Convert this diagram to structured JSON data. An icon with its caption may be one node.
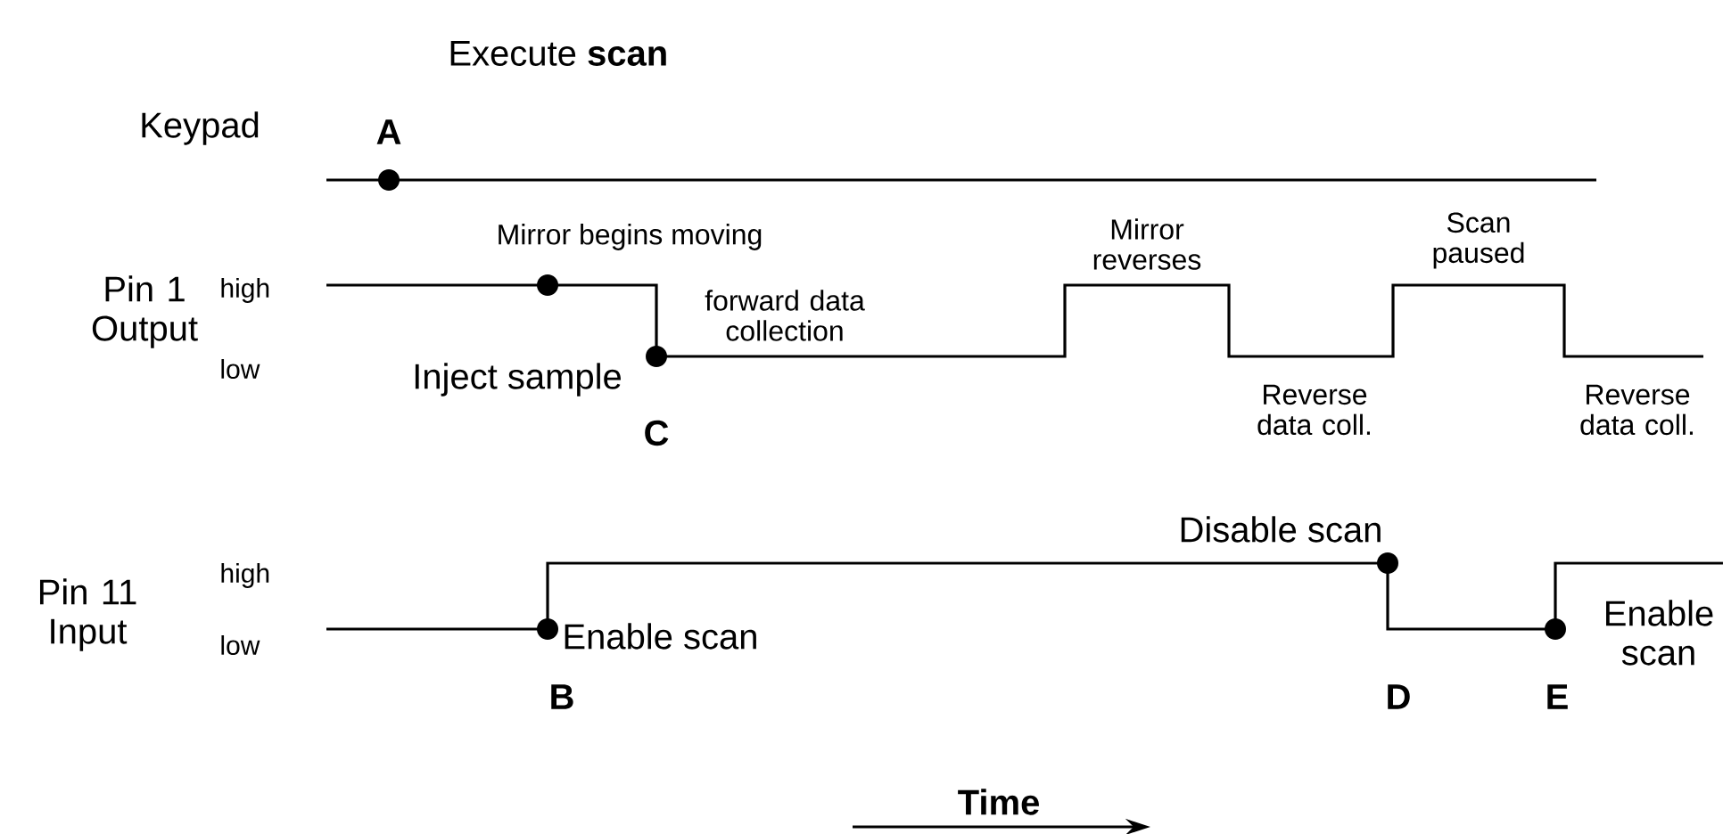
{
  "diagram": {
    "labels": [
      "Keypad",
      "Execute **scan**",
      "A",
      "Pin 1 Output",
      "high",
      "low",
      "Mirror begins moving",
      "forward data collection",
      "Inject sample",
      "C",
      "Mirror reverses",
      "Scan paused",
      "Reverse data coll.",
      "Reverse data coll.",
      "Disable scan",
      "Pin 11 Input",
      "high",
      "low",
      "Enable scan",
      "B",
      "D",
      "E",
      "Enable scan",
      "Time"
    ]
  }
}
